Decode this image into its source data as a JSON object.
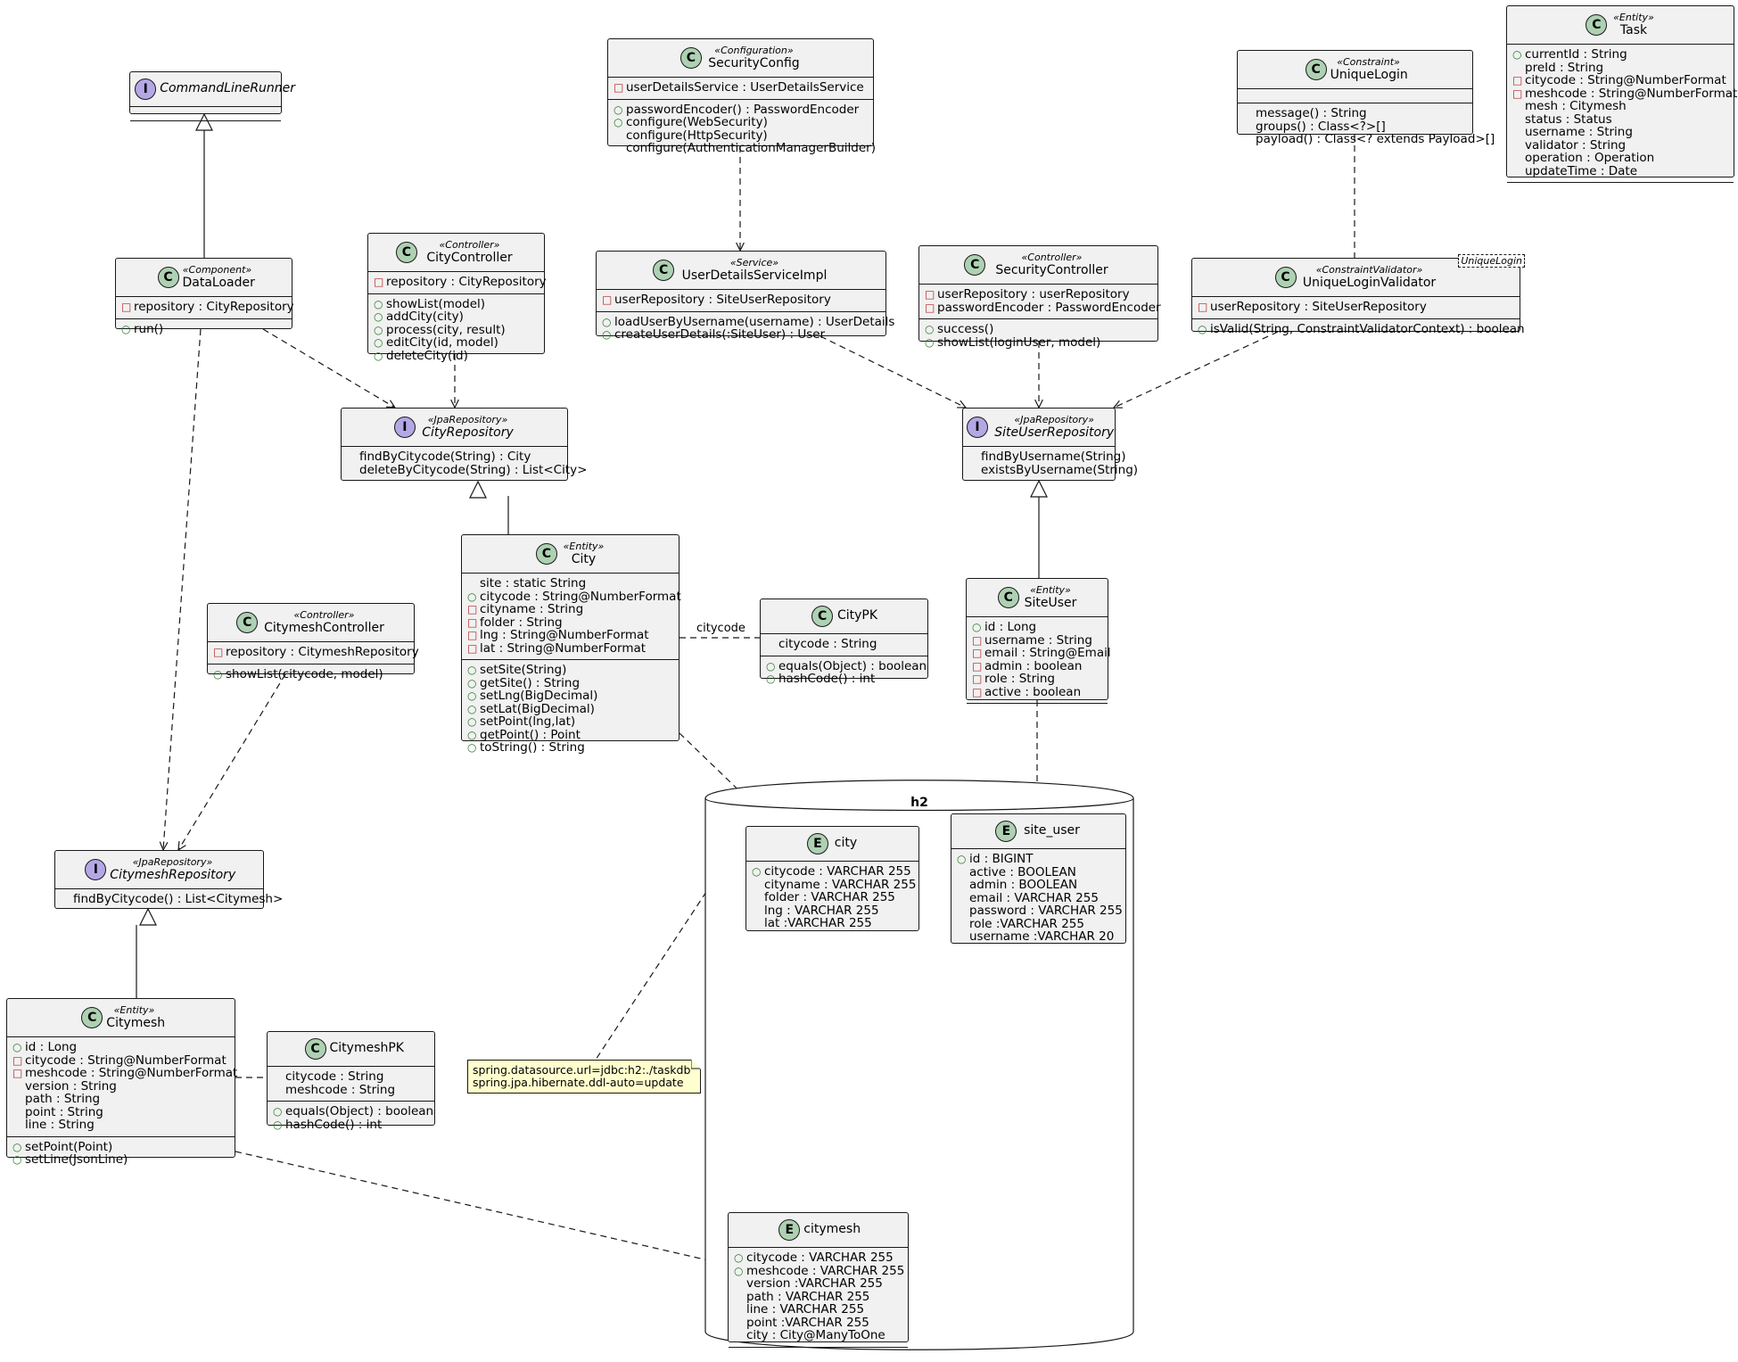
{
  "diagram": {
    "database": {
      "name": "h2"
    },
    "note": {
      "line1": "spring.datasource.url=jdbc:h2:./taskdb",
      "line2": "spring.jpa.hibernate.ddl-auto=update"
    },
    "edge_labels": {
      "citycode": "citycode"
    },
    "boxes": {
      "CommandLineRunner": {
        "kind": "I",
        "stereotype": "",
        "name": "CommandLineRunner",
        "italic": true,
        "sections": [
          [],
          []
        ]
      },
      "DataLoader": {
        "kind": "C",
        "stereotype": "«Component»",
        "name": "DataLoader",
        "sections": [
          [
            {
              "vis": "priv",
              "text": "repository : CityRepository"
            }
          ],
          [
            {
              "vis": "pub",
              "text": "run()"
            }
          ]
        ]
      },
      "CityController": {
        "kind": "C",
        "stereotype": "«Controller»",
        "name": "CityController",
        "sections": [
          [
            {
              "vis": "priv",
              "text": "repository : CityRepository"
            }
          ],
          [
            {
              "vis": "pub",
              "text": "showList(model)"
            },
            {
              "vis": "pub",
              "text": "addCity(city)"
            },
            {
              "vis": "pub",
              "text": "process(city, result)"
            },
            {
              "vis": "pub",
              "text": "editCity(id, model)"
            },
            {
              "vis": "pub",
              "text": "deleteCity(id)"
            }
          ]
        ]
      },
      "SecurityConfig": {
        "kind": "C",
        "stereotype": "«Configuration»",
        "name": "SecurityConfig",
        "sections": [
          [
            {
              "vis": "priv",
              "text": "userDetailsService : UserDetailsService"
            }
          ],
          [
            {
              "vis": "pub",
              "text": "passwordEncoder() : PasswordEncoder"
            },
            {
              "vis": "pub",
              "text": "configure(WebSecurity)"
            },
            {
              "vis": "",
              "text": "configure(HttpSecurity)"
            },
            {
              "vis": "",
              "text": "configure(AuthenticationManagerBuilder)"
            }
          ]
        ]
      },
      "UserDetailsServiceImpl": {
        "kind": "C",
        "stereotype": "«Service»",
        "name": "UserDetailsServiceImpl",
        "sections": [
          [
            {
              "vis": "priv",
              "text": "userRepository : SiteUserRepository"
            }
          ],
          [
            {
              "vis": "pub",
              "text": "loadUserByUsername(username) : UserDetails"
            },
            {
              "vis": "pub",
              "text": "createUserDetails(:SiteUser) : User"
            }
          ]
        ]
      },
      "SecurityController": {
        "kind": "C",
        "stereotype": "«Controller»",
        "name": "SecurityController",
        "sections": [
          [
            {
              "vis": "priv",
              "text": "userRepository : userRepository"
            },
            {
              "vis": "priv",
              "text": "passwordEncoder : PasswordEncoder"
            }
          ],
          [
            {
              "vis": "pub",
              "text": "success()"
            },
            {
              "vis": "pub",
              "text": "showList(loginUser, model)"
            }
          ]
        ]
      },
      "UniqueLogin": {
        "kind": "C",
        "stereotype": "«Constraint»",
        "name": "UniqueLogin",
        "sections": [
          [],
          [
            {
              "vis": "",
              "text": "message() : String"
            },
            {
              "vis": "",
              "text": "groups() : Class<?>[]"
            },
            {
              "vis": "",
              "text": "payload() : Class<? extends Payload>[]"
            }
          ]
        ]
      },
      "UniqueLoginValidator": {
        "kind": "C",
        "stereotype": "«ConstraintValidator»",
        "name": "UniqueLoginValidator",
        "template": "UniqueLogin",
        "sections": [
          [
            {
              "vis": "priv",
              "text": "userRepository : SiteUserRepository"
            }
          ],
          [
            {
              "vis": "pub",
              "text": "isValid(String, ConstraintValidatorContext) : boolean"
            }
          ]
        ]
      },
      "Task": {
        "kind": "C",
        "stereotype": "«Entity»",
        "name": "Task",
        "sections": [
          [
            {
              "vis": "pub",
              "text": "currentId : String"
            },
            {
              "vis": "",
              "text": "preId : String"
            },
            {
              "vis": "priv",
              "text": "citycode : String@NumberFormat"
            },
            {
              "vis": "priv",
              "text": "meshcode : String@NumberFormat"
            },
            {
              "vis": "",
              "text": "mesh : Citymesh"
            },
            {
              "vis": "",
              "text": "status : Status"
            },
            {
              "vis": "",
              "text": "username : String"
            },
            {
              "vis": "",
              "text": "validator : String"
            },
            {
              "vis": "",
              "text": "operation : Operation"
            },
            {
              "vis": "",
              "text": "updateTime : Date"
            }
          ],
          []
        ]
      },
      "CityRepository": {
        "kind": "I",
        "stereotype": "«JpaRepository»",
        "name": "CityRepository",
        "italic": true,
        "sections": [
          [
            {
              "vis": "",
              "text": "findByCitycode(String) : City"
            },
            {
              "vis": "",
              "text": "deleteByCitycode(String) : List<City>"
            }
          ]
        ]
      },
      "SiteUserRepository": {
        "kind": "I",
        "stereotype": "«JpaRepository»",
        "name": "SiteUserRepository",
        "italic": true,
        "sections": [
          [
            {
              "vis": "",
              "text": "findByUsername(String)"
            },
            {
              "vis": "",
              "text": "existsByUsername(String)"
            }
          ]
        ]
      },
      "City": {
        "kind": "C",
        "stereotype": "«Entity»",
        "name": "City",
        "sections": [
          [
            {
              "vis": "",
              "text": "site : static String"
            },
            {
              "vis": "pub",
              "text": "citycode : String@NumberFormat"
            },
            {
              "vis": "priv",
              "text": "cityname : String"
            },
            {
              "vis": "priv",
              "text": "folder : String"
            },
            {
              "vis": "priv",
              "text": "lng : String@NumberFormat"
            },
            {
              "vis": "priv",
              "text": "lat : String@NumberFormat"
            }
          ],
          [
            {
              "vis": "pub",
              "text": "setSite(String)"
            },
            {
              "vis": "pub",
              "text": "getSite() : String"
            },
            {
              "vis": "pub",
              "text": "setLng(BigDecimal)"
            },
            {
              "vis": "pub",
              "text": "setLat(BigDecimal)"
            },
            {
              "vis": "pub",
              "text": "setPoint(lng,lat)"
            },
            {
              "vis": "pub",
              "text": "getPoint() : Point"
            },
            {
              "vis": "pub",
              "text": "toString() : String"
            }
          ]
        ]
      },
      "CityPK": {
        "kind": "C",
        "stereotype": "",
        "name": "CityPK",
        "sections": [
          [
            {
              "vis": "",
              "text": "citycode : String"
            }
          ],
          [
            {
              "vis": "pub",
              "text": "equals(Object) : boolean"
            },
            {
              "vis": "pub",
              "text": "hashCode() : int"
            }
          ]
        ]
      },
      "SiteUser": {
        "kind": "C",
        "stereotype": "«Entity»",
        "name": "SiteUser",
        "sections": [
          [
            {
              "vis": "pub",
              "text": "id : Long"
            },
            {
              "vis": "priv",
              "text": "username : String"
            },
            {
              "vis": "priv",
              "text": "email : String@Email"
            },
            {
              "vis": "priv",
              "text": "admin : boolean"
            },
            {
              "vis": "priv",
              "text": "role : String"
            },
            {
              "vis": "priv",
              "text": "active : boolean"
            }
          ],
          []
        ]
      },
      "CitymeshController": {
        "kind": "C",
        "stereotype": "«Controller»",
        "name": "CitymeshController",
        "sections": [
          [
            {
              "vis": "priv",
              "text": "repository : CitymeshRepository"
            }
          ],
          [
            {
              "vis": "pub",
              "text": "showList(citycode, model)"
            }
          ]
        ]
      },
      "CitymeshRepository": {
        "kind": "I",
        "stereotype": "«JpaRepository»",
        "name": "CitymeshRepository",
        "italic": true,
        "sections": [
          [
            {
              "vis": "",
              "text": "findByCitycode() : List<Citymesh>"
            }
          ]
        ]
      },
      "Citymesh": {
        "kind": "C",
        "stereotype": "«Entity»",
        "name": "Citymesh",
        "sections": [
          [
            {
              "vis": "pub",
              "text": "id : Long"
            },
            {
              "vis": "priv",
              "text": "citycode : String@NumberFormat"
            },
            {
              "vis": "priv",
              "text": "meshcode : String@NumberFormat"
            },
            {
              "vis": "",
              "text": "version : String"
            },
            {
              "vis": "",
              "text": "path : String"
            },
            {
              "vis": "",
              "text": "point : String"
            },
            {
              "vis": "",
              "text": "line : String"
            }
          ],
          [
            {
              "vis": "pub",
              "text": "setPoint(Point)"
            },
            {
              "vis": "pub",
              "text": "setLine(JsonLine)"
            }
          ]
        ]
      },
      "CitymeshPK": {
        "kind": "C",
        "stereotype": "",
        "name": "CitymeshPK",
        "sections": [
          [
            {
              "vis": "",
              "text": "citycode : String"
            },
            {
              "vis": "",
              "text": "meshcode : String"
            }
          ],
          [
            {
              "vis": "pub",
              "text": "equals(Object) : boolean"
            },
            {
              "vis": "pub",
              "text": "hashCode() : int"
            }
          ]
        ]
      },
      "city_table": {
        "kind": "E",
        "stereotype": "",
        "name": "city",
        "sections": [
          [
            {
              "vis": "pub",
              "text": "citycode : VARCHAR 255"
            },
            {
              "vis": "",
              "text": "cityname : VARCHAR 255"
            },
            {
              "vis": "",
              "text": "folder : VARCHAR 255"
            },
            {
              "vis": "",
              "text": "lng : VARCHAR 255"
            },
            {
              "vis": "",
              "text": "lat :VARCHAR 255"
            }
          ]
        ]
      },
      "site_user_table": {
        "kind": "E",
        "stereotype": "",
        "name": "site_user",
        "sections": [
          [
            {
              "vis": "pub",
              "text": "id : BIGINT"
            },
            {
              "vis": "",
              "text": "active : BOOLEAN"
            },
            {
              "vis": "",
              "text": "admin : BOOLEAN"
            },
            {
              "vis": "",
              "text": "email : VARCHAR 255"
            },
            {
              "vis": "",
              "text": "password : VARCHAR 255"
            },
            {
              "vis": "",
              "text": "role :VARCHAR 255"
            },
            {
              "vis": "",
              "text": "username :VARCHAR 20"
            }
          ]
        ]
      },
      "citymesh_table": {
        "kind": "E",
        "stereotype": "",
        "name": "citymesh",
        "sections": [
          [
            {
              "vis": "pub",
              "text": "citycode : VARCHAR 255"
            },
            {
              "vis": "pub",
              "text": "meshcode : VARCHAR 255"
            },
            {
              "vis": "",
              "text": "version :VARCHAR 255"
            },
            {
              "vis": "",
              "text": "path : VARCHAR 255"
            },
            {
              "vis": "",
              "text": "line : VARCHAR 255"
            },
            {
              "vis": "",
              "text": "point :VARCHAR 255"
            },
            {
              "vis": "",
              "text": "city : City@ManyToOne"
            }
          ],
          []
        ]
      }
    }
  }
}
